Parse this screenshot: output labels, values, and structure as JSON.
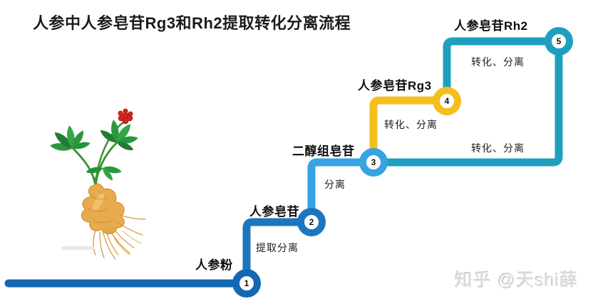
{
  "title": {
    "text": "人参中人参皂苷Rg3和Rh2提取转化分离流程",
    "color": "#1b1b1b"
  },
  "steps": [
    {
      "num": "1",
      "label": "人参粉",
      "process": "",
      "color": "#1467b2"
    },
    {
      "num": "2",
      "label": "人参皂苷",
      "process": "提取分离",
      "color": "#1d76be"
    },
    {
      "num": "3",
      "label": "二醇组皂苷",
      "process": "分离",
      "color": "#36a3e2"
    },
    {
      "num": "4",
      "label": "人参皂苷Rg3",
      "process": "转化、分离",
      "color": "#f3bf1c"
    },
    {
      "num": "5",
      "label": "人参皂苷Rh2",
      "process": "转化、分离",
      "color": "#1f9fbf"
    }
  ],
  "alt_route": {
    "label": "转化、分离"
  },
  "illustration": {
    "name": "ginseng-plant"
  },
  "watermark": {
    "text": "知乎 @天shi薛",
    "color": "#e2e2e2"
  }
}
